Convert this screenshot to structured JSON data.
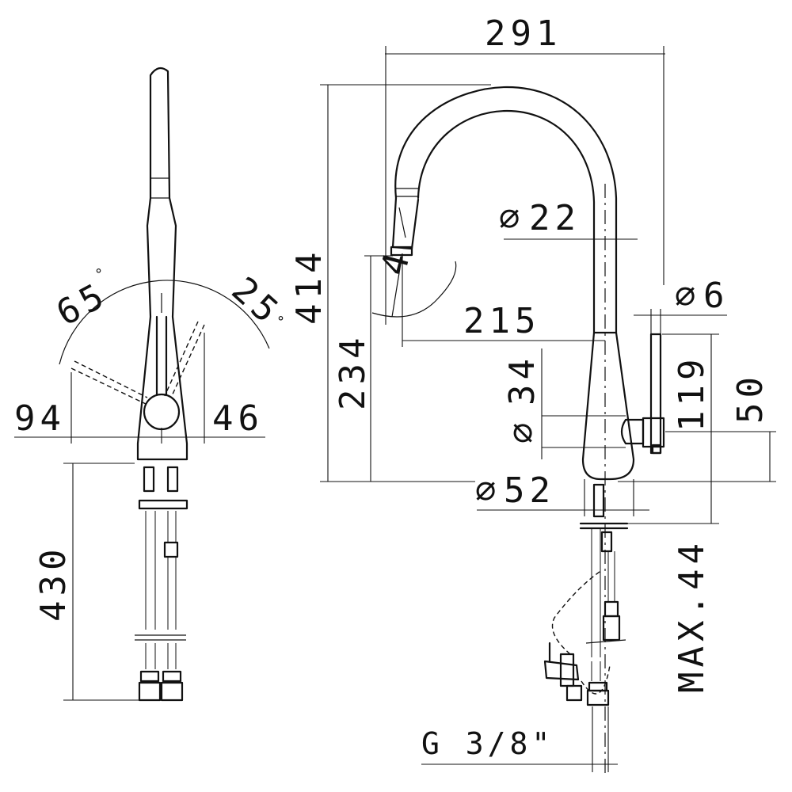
{
  "drawing": {
    "dims": {
      "width_total": "291",
      "height_total": "414",
      "spout_dia": "22",
      "spout_angle": "4",
      "lever_dia": "6",
      "spout_reach": "215",
      "spout_outlet_height": "234",
      "lever_dia_34": "34",
      "lever_height_119": "119",
      "lever_height_50": "50",
      "base_dia": "52",
      "max_deck": "MAX.44",
      "hose_length": "430",
      "lever_left": "94",
      "lever_right": "46",
      "angle_left": "65",
      "angle_right": "25",
      "thread": "G 3/8\""
    },
    "symbols": {
      "diameter": "⌀",
      "degree": "°"
    }
  }
}
